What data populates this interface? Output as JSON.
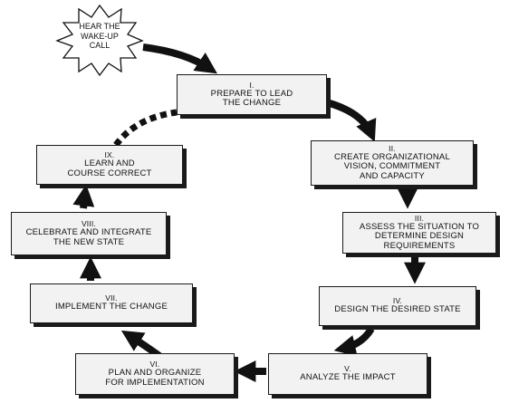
{
  "diagram": {
    "start": "HEAR THE\nWAKE-UP\nCALL",
    "steps": [
      {
        "num": "I.",
        "text": "PREPARE TO LEAD\nTHE CHANGE"
      },
      {
        "num": "II.",
        "text": "CREATE ORGANIZATIONAL\nVISION, COMMITMENT\nAND CAPACITY"
      },
      {
        "num": "III.",
        "text": "ASSESS THE SITUATION TO\nDETERMINE DESIGN\nREQUIREMENTS"
      },
      {
        "num": "IV.",
        "text": "DESIGN THE DESIRED STATE"
      },
      {
        "num": "V.",
        "text": "ANALYZE THE IMPACT"
      },
      {
        "num": "VI.",
        "text": "PLAN AND ORGANIZE\nFOR IMPLEMENTATION"
      },
      {
        "num": "VII.",
        "text": "IMPLEMENT THE CHANGE"
      },
      {
        "num": "VIII.",
        "text": "CELEBRATE AND INTEGRATE\nTHE NEW STATE"
      },
      {
        "num": "IX.",
        "text": "LEARN AND\nCOURSE CORRECT"
      }
    ]
  }
}
